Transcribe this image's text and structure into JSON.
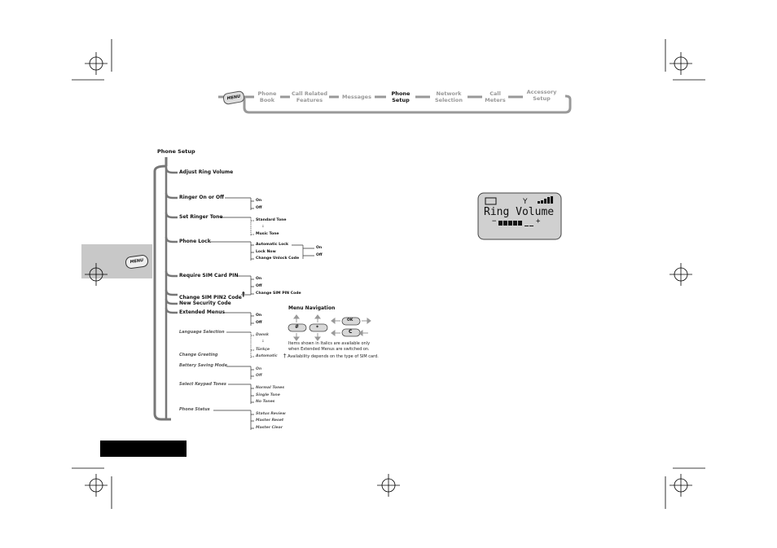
{
  "nav": {
    "menu_key": "MENU",
    "items": [
      {
        "label": "Phone\nBook",
        "active": false
      },
      {
        "label": "Call Related\nFeatures",
        "active": false
      },
      {
        "label": "Messages",
        "active": false
      },
      {
        "label": "Phone\nSetup",
        "active": true
      },
      {
        "label": "Network\nSelection",
        "active": false
      },
      {
        "label": "Call\nMeters",
        "active": false
      },
      {
        "label": "Accessory\nSetup",
        "active": false
      }
    ]
  },
  "side_tab": {
    "menu_key": "MENU"
  },
  "tree": {
    "root": "Phone Setup",
    "items": [
      {
        "label": "Adjust Ring Volume"
      },
      {
        "label": "Ringer On or Off",
        "options": [
          "On",
          "Off"
        ]
      },
      {
        "label": "Set Ringer Tone",
        "options": [
          "Standard Tone",
          ":",
          "Music Tone"
        ]
      },
      {
        "label": "Phone Lock",
        "options": [
          "Automatic Lock",
          "Lock Now",
          "Change Unlock Code"
        ],
        "sub_options": [
          "On",
          "Off"
        ]
      },
      {
        "label": "Require SIM Card PIN",
        "options": [
          "On",
          "Off",
          "Change SIM PIN Code"
        ]
      },
      {
        "label": "Change SIM PIN2 Code",
        "mark": "†"
      },
      {
        "label": "New Security Code"
      },
      {
        "label": "Extended Menus",
        "options": [
          "On",
          "Off"
        ]
      },
      {
        "label": "Language Selection",
        "options": [
          "Dansk",
          ":",
          "Türkçe",
          "Automatic"
        ]
      },
      {
        "label": "Change Greeting"
      },
      {
        "label": "Battery Saving Mode",
        "options": [
          "On",
          "Off"
        ]
      },
      {
        "label": "Select Keypad Tones",
        "options": [
          "Normal Tones",
          "Single Tone",
          "No Tones"
        ]
      },
      {
        "label": "Phone Status",
        "options": [
          "Status Review",
          "Master Reset",
          "Master Clear"
        ]
      }
    ]
  },
  "lcd": {
    "text": "Ring Volume",
    "minus": "−",
    "plus": "+"
  },
  "legend": {
    "title": "Menu Navigation",
    "key_hash": "#",
    "key_star": "*",
    "key_ok": "OK",
    "key_c": "C",
    "note1": "Items shown in Italics are available only",
    "note2": "when Extended Menus are switched on.",
    "note3_mark": "†",
    "note3": "Availability depends on the type of SIM card."
  }
}
